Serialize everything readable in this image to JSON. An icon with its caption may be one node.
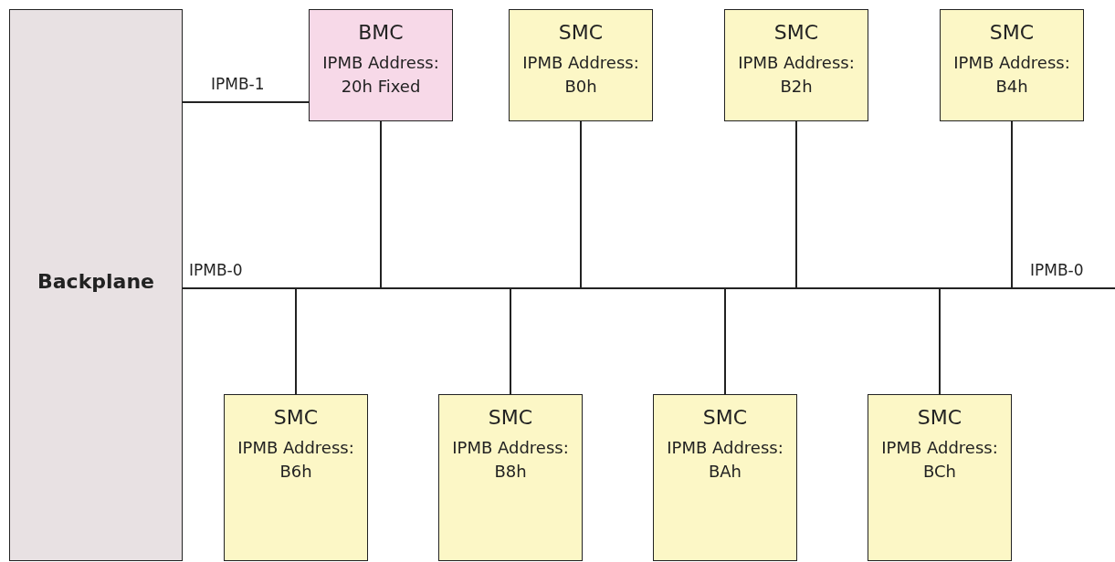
{
  "diagram": {
    "nodes": [
      {
        "text": [
          "Backplane"
        ]
      },
      {
        "text": [
          "BMC",
          "IPMB Address: 20h Fixed"
        ]
      },
      {
        "text": [
          "SMC",
          "IPMB Address: B0h"
        ]
      },
      {
        "text": [
          "SMC",
          "IPMB Address: B2h"
        ]
      },
      {
        "text": [
          "SMC",
          "IPMB Address: B4h"
        ]
      },
      {
        "text": [
          "SMC",
          "IPMB Address: B6h"
        ]
      },
      {
        "text": [
          "SMC",
          "IPMB Address: B8h"
        ]
      },
      {
        "text": [
          "SMC",
          "IPMB Address: BAh"
        ]
      },
      {
        "text": [
          "SMC",
          "IPMB Address: BCh"
        ]
      }
    ],
    "edges": [
      {
        "from": 0,
        "to": 1,
        "arrow": "none",
        "label": "IPMB-1"
      },
      {
        "from": 0,
        "to": 1,
        "arrow": "none"
      },
      {
        "from": 0,
        "to": 2,
        "arrow": "none"
      },
      {
        "from": 0,
        "to": 3,
        "arrow": "none"
      },
      {
        "from": 0,
        "to": 4,
        "arrow": "none"
      },
      {
        "from": 0,
        "to": 5,
        "arrow": "none"
      },
      {
        "from": 0,
        "to": 6,
        "arrow": "none"
      },
      {
        "from": 0,
        "to": 7,
        "arrow": "none"
      },
      {
        "from": 0,
        "to": 8,
        "arrow": "none"
      }
    ],
    "labels": [
      "IPMB-0",
      "IPMB-0"
    ]
  }
}
